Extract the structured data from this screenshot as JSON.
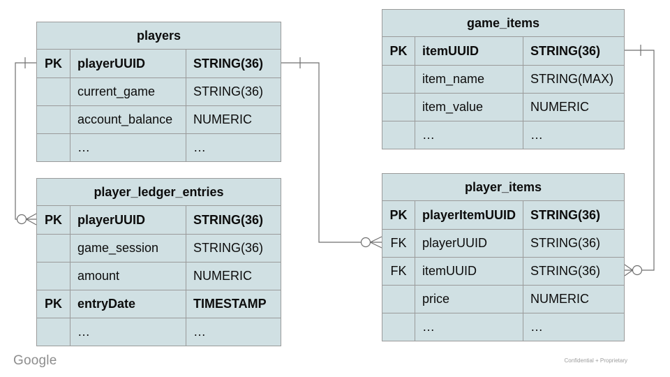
{
  "slide": {
    "table_fill": "#d0e0e3",
    "table_border_color": "#9a9a9a",
    "relationship_line_color": "#6f6f6f",
    "background_color": "#ffffff"
  },
  "tables": [
    {
      "id": "players",
      "title": "players",
      "rows": [
        {
          "key": "PK",
          "name": "playerUUID",
          "type": "STRING(36)",
          "bold": true
        },
        {
          "key": "",
          "name": "current_game",
          "type": "STRING(36)",
          "bold": false
        },
        {
          "key": "",
          "name": "account_balance",
          "type": "NUMERIC",
          "bold": false
        },
        {
          "key": "",
          "name": "…",
          "type": "…",
          "bold": false
        }
      ]
    },
    {
      "id": "player_ledger_entries",
      "title": "player_ledger_entries",
      "rows": [
        {
          "key": "PK",
          "name": "playerUUID",
          "type": "STRING(36)",
          "bold": true
        },
        {
          "key": "",
          "name": "game_session",
          "type": "STRING(36)",
          "bold": false
        },
        {
          "key": "",
          "name": "amount",
          "type": "NUMERIC",
          "bold": false
        },
        {
          "key": "PK",
          "name": "entryDate",
          "type": "TIMESTAMP",
          "bold": true
        },
        {
          "key": "",
          "name": "…",
          "type": "…",
          "bold": false
        }
      ]
    },
    {
      "id": "game_items",
      "title": "game_items",
      "rows": [
        {
          "key": "PK",
          "name": "itemUUID",
          "type": "STRING(36)",
          "bold": true
        },
        {
          "key": "",
          "name": "item_name",
          "type": "STRING(MAX)",
          "bold": false
        },
        {
          "key": "",
          "name": "item_value",
          "type": "NUMERIC",
          "bold": false
        },
        {
          "key": "",
          "name": "…",
          "type": "…",
          "bold": false
        }
      ]
    },
    {
      "id": "player_items",
      "title": "player_items",
      "rows": [
        {
          "key": "PK",
          "name": "playerItemUUID",
          "type": "STRING(36)",
          "bold": true
        },
        {
          "key": "FK",
          "name": "playerUUID",
          "type": "STRING(36)",
          "bold": false
        },
        {
          "key": "FK",
          "name": "itemUUID",
          "type": "STRING(36)",
          "bold": false
        },
        {
          "key": "",
          "name": "price",
          "type": "NUMERIC",
          "bold": false
        },
        {
          "key": "",
          "name": "…",
          "type": "…",
          "bold": false
        }
      ]
    }
  ],
  "relationships": [
    {
      "from": "players.playerUUID",
      "to": "player_ledger_entries.playerUUID",
      "from_cardinality": "one",
      "to_cardinality": "zero-or-many"
    },
    {
      "from": "players.playerUUID",
      "to": "player_items.playerUUID",
      "from_cardinality": "one",
      "to_cardinality": "zero-or-many"
    },
    {
      "from": "game_items.itemUUID",
      "to": "player_items.itemUUID",
      "from_cardinality": "one",
      "to_cardinality": "zero-or-many"
    }
  ],
  "footer": {
    "logo_text": "Google",
    "confidential_text": "Confidential + Proprietary"
  }
}
